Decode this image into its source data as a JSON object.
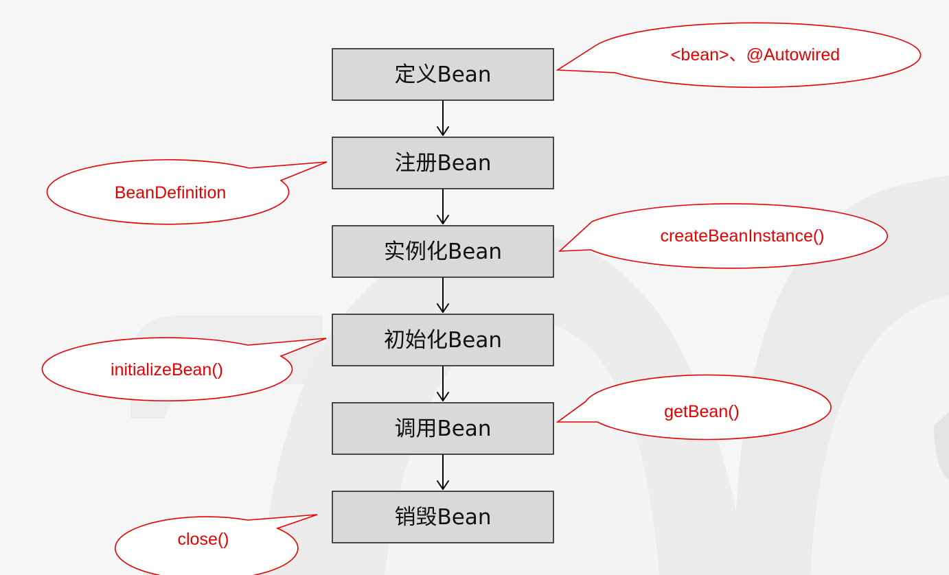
{
  "steps": [
    {
      "label": "定义Bean"
    },
    {
      "label": "注册Bean"
    },
    {
      "label": "实例化Bean"
    },
    {
      "label": "初始化Bean"
    },
    {
      "label": "调用Bean"
    },
    {
      "label": "销毁Bean"
    }
  ],
  "callouts": [
    {
      "text": "<bean>、@Autowired"
    },
    {
      "text": "BeanDefinition"
    },
    {
      "text": "createBeanInstance()"
    },
    {
      "text": "initializeBean()"
    },
    {
      "text": "getBean()"
    },
    {
      "text": "close()"
    }
  ],
  "colors": {
    "background": "#f6f6f6",
    "watermark": "#ebebeb",
    "step_fill": "#d9d9d9",
    "callout_stroke": "#e60000",
    "callout_text": "#e60000"
  }
}
